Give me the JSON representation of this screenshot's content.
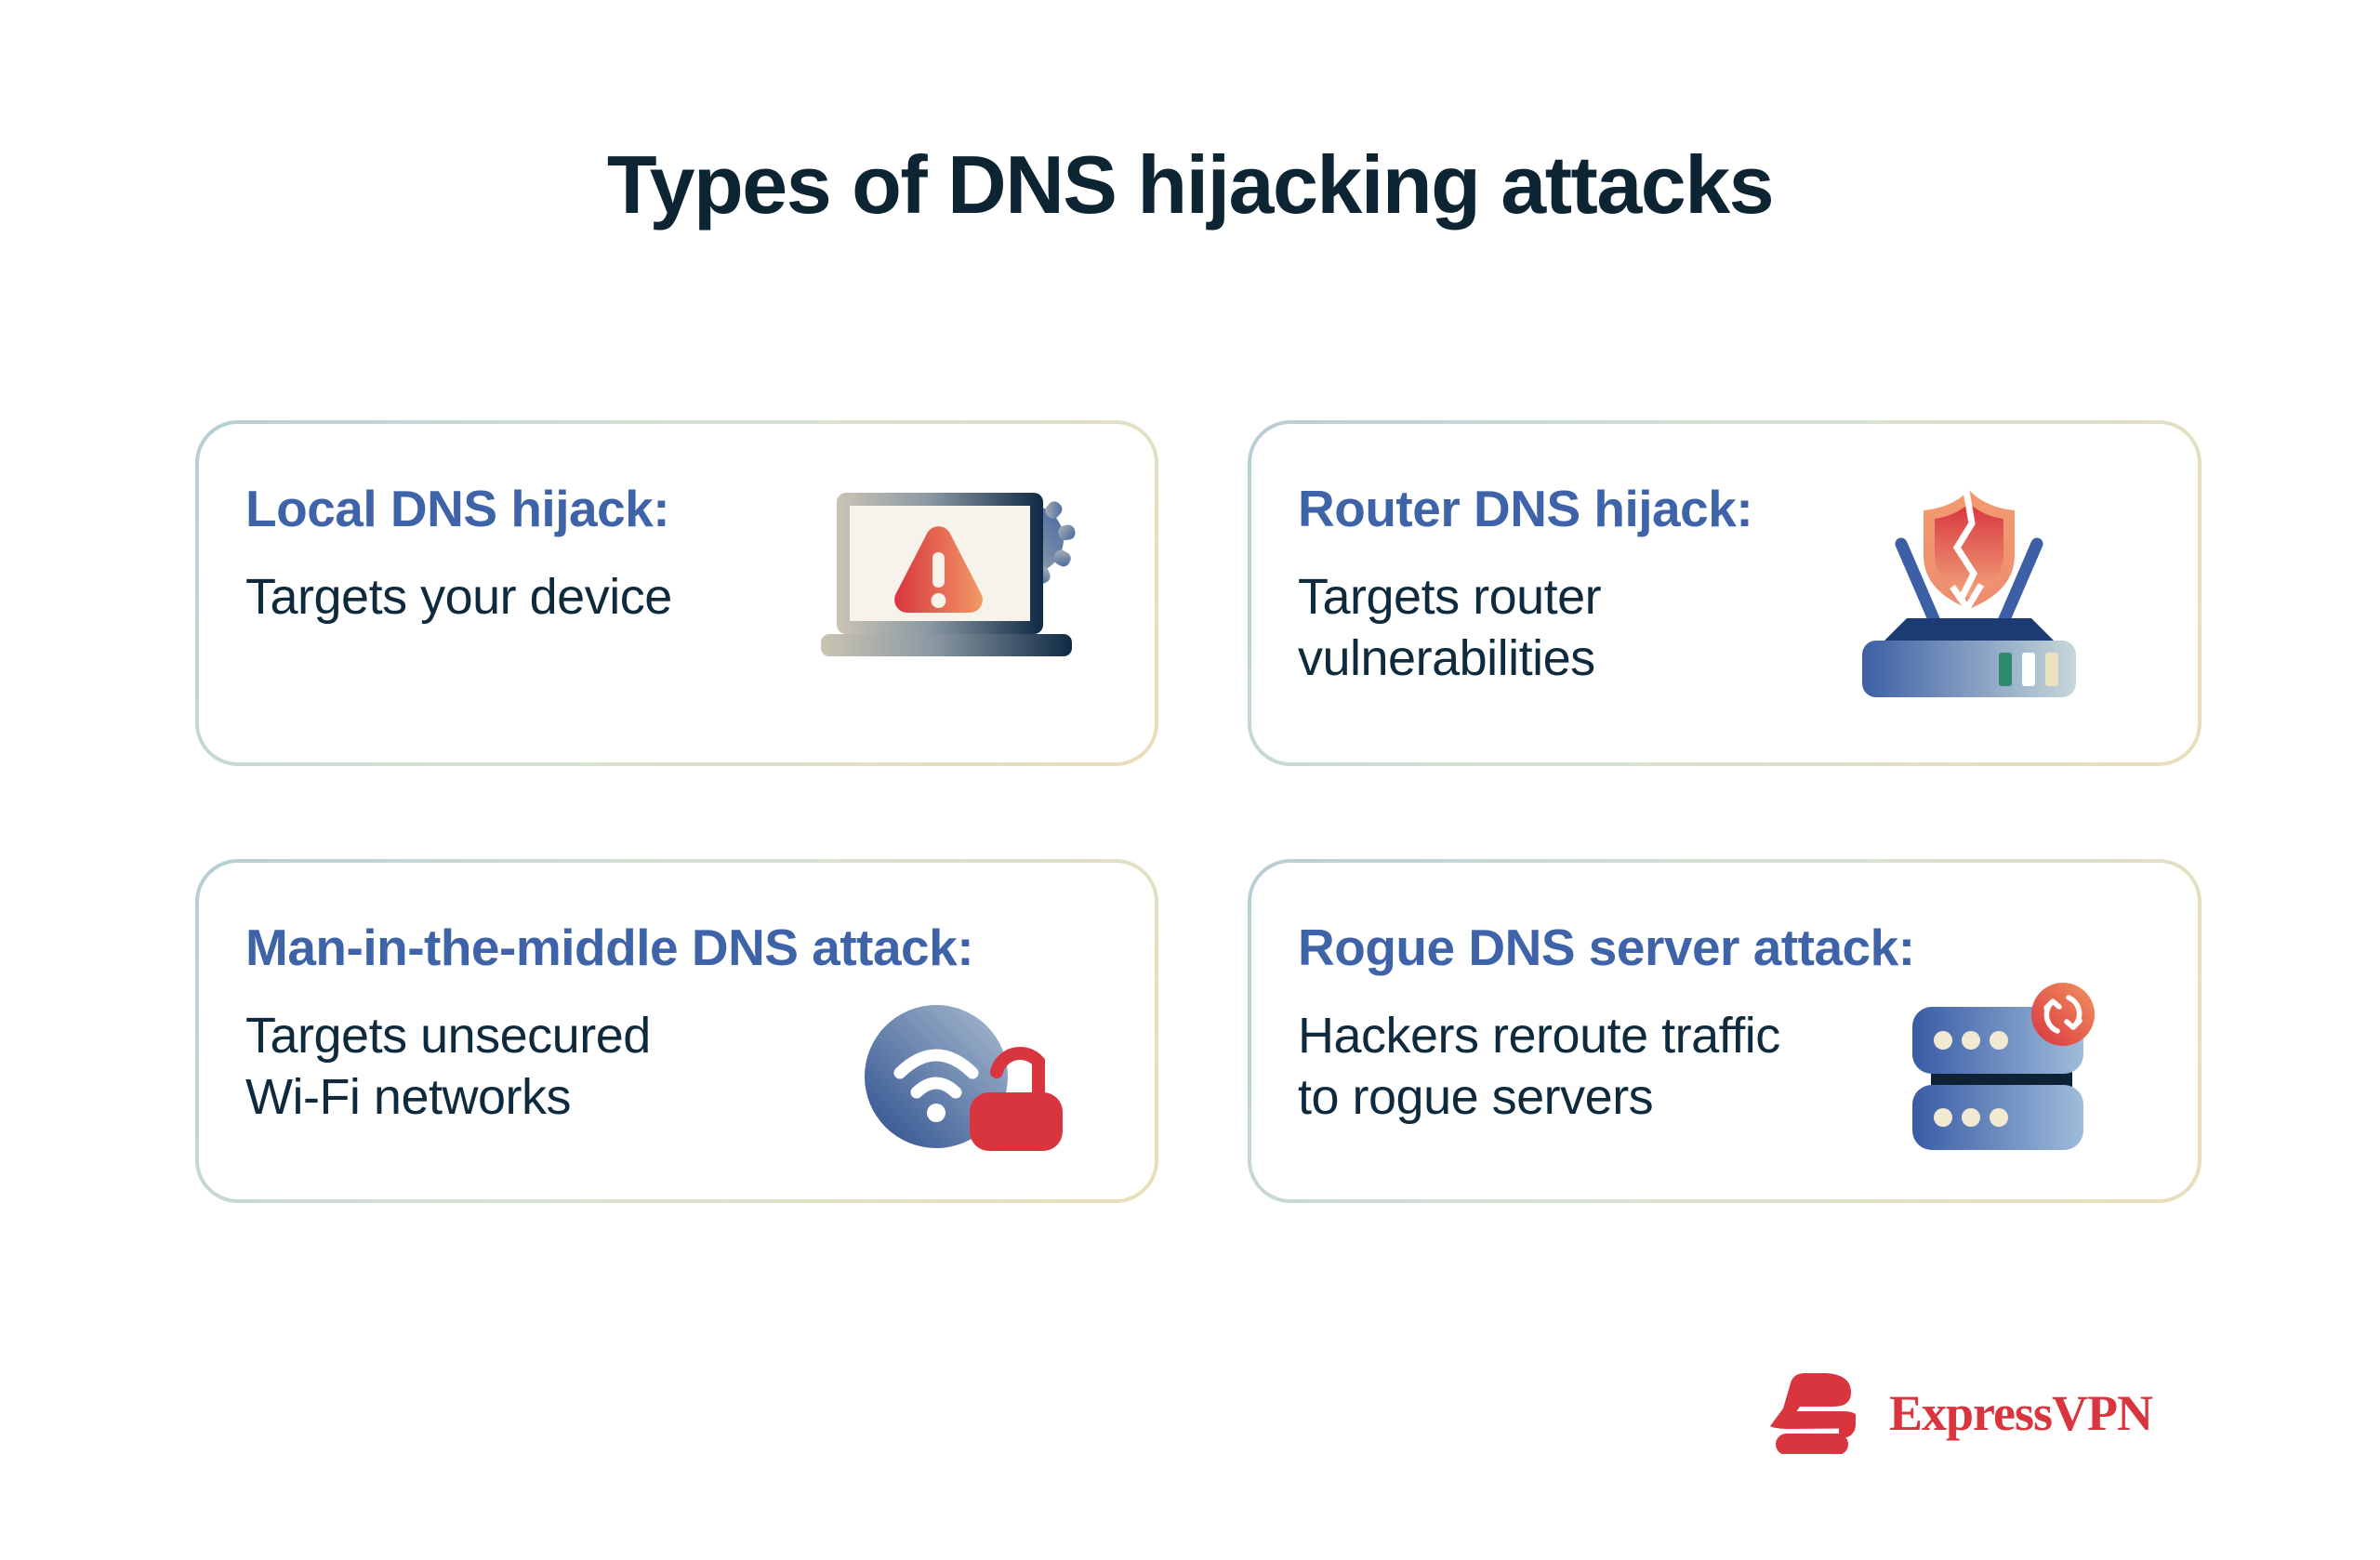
{
  "title": "Types of DNS hijacking attacks",
  "cards": [
    {
      "heading": "Local DNS hijack:",
      "body": "Targets your device",
      "icon": "laptop-malware-warning-icon"
    },
    {
      "heading": "Router DNS hijack:",
      "body": "Targets router\nvulnerabilities",
      "icon": "router-cracked-shield-icon"
    },
    {
      "heading": "Man-in-the-middle DNS attack:",
      "body": "Targets unsecured\nWi-Fi networks",
      "icon": "wifi-open-padlock-icon"
    },
    {
      "heading": "Rogue DNS server attack:",
      "body": "Hackers reroute traffic\nto rogue servers",
      "icon": "server-reroute-icon"
    }
  ],
  "logo": {
    "text": "ExpressVPN",
    "icon": "expressvpn-logo-icon"
  },
  "colors": {
    "background": "#FFFFFF",
    "title_text": "#0D2433",
    "heading_blue": "#3E63A9",
    "body_text_navy": "#0E2A3C",
    "brand_red": "#D8353F",
    "card_border_gradient": [
      "#B7CED6",
      "#D7E2D4",
      "#EADEB9"
    ],
    "warning_orange": "#F29A66",
    "indicator_green": "#2E8A6B",
    "indicator_cream": "#EDE2C0",
    "icon_blue_gradient": [
      "#3C5FA6",
      "#C7D8DA"
    ],
    "screen_offwhite": "#F7F3EA"
  }
}
